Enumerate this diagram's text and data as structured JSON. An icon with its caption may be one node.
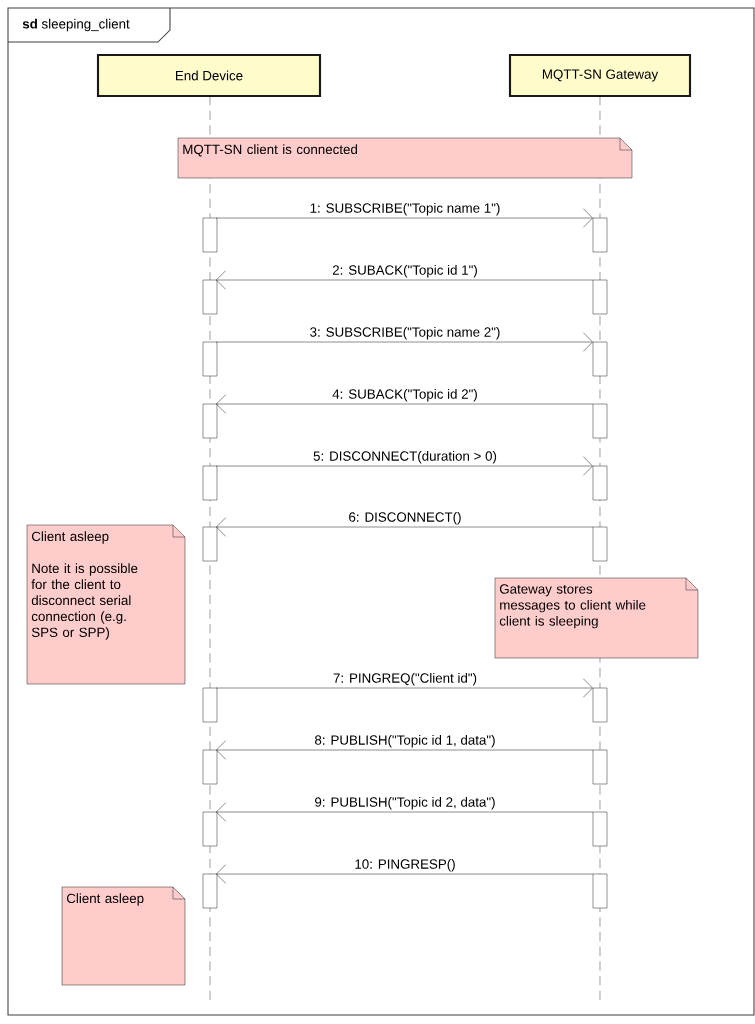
{
  "diagram": {
    "nodes": [
      {
        "text": [
          "**sd** sleeping_client"
        ]
      },
      {
        "text": [
          "End Device"
        ],
        "in": 0
      },
      {
        "text": [
          "MQTT-SN Gateway"
        ],
        "in": 0
      },
      {
        "text": [
          "MQTT-SN client is connected"
        ],
        "in": 0
      },
      {
        "text": [
          "Client asleep",
          "Note it is possible for the client to disconnect serial connection (e.g. SPS or SPP)"
        ],
        "in": 0
      },
      {
        "text": [
          "Gateway stores messages to client while client is sleeping"
        ],
        "in": 0
      },
      {
        "text": [
          "Client asleep"
        ],
        "in": 0
      }
    ],
    "edges": [
      {
        "from": 1,
        "to": 2,
        "arrow": "to",
        "label": "1: SUBSCRIBE(\"Topic name 1\")"
      },
      {
        "from": 2,
        "to": 1,
        "arrow": "to",
        "label": "2: SUBACK(\"Topic id 1\")"
      },
      {
        "from": 1,
        "to": 2,
        "arrow": "to",
        "label": "3: SUBSCRIBE(\"Topic name 2\")"
      },
      {
        "from": 2,
        "to": 1,
        "arrow": "to",
        "label": "4: SUBACK(\"Topic id 2\")"
      },
      {
        "from": 1,
        "to": 2,
        "arrow": "to",
        "label": "5: DISCONNECT(duration > 0)"
      },
      {
        "from": 2,
        "to": 1,
        "arrow": "to",
        "label": "6: DISCONNECT()"
      },
      {
        "from": 1,
        "to": 2,
        "arrow": "to",
        "label": "7: PINGREQ(\"Client id\")"
      },
      {
        "from": 2,
        "to": 1,
        "arrow": "to",
        "label": "8: PUBLISH(\"Topic id 1, data\")"
      },
      {
        "from": 2,
        "to": 1,
        "arrow": "to",
        "label": "9: PUBLISH(\"Topic id 2, data\")"
      },
      {
        "from": 2,
        "to": 1,
        "arrow": "to",
        "label": "10: PINGRESP()"
      }
    ]
  }
}
